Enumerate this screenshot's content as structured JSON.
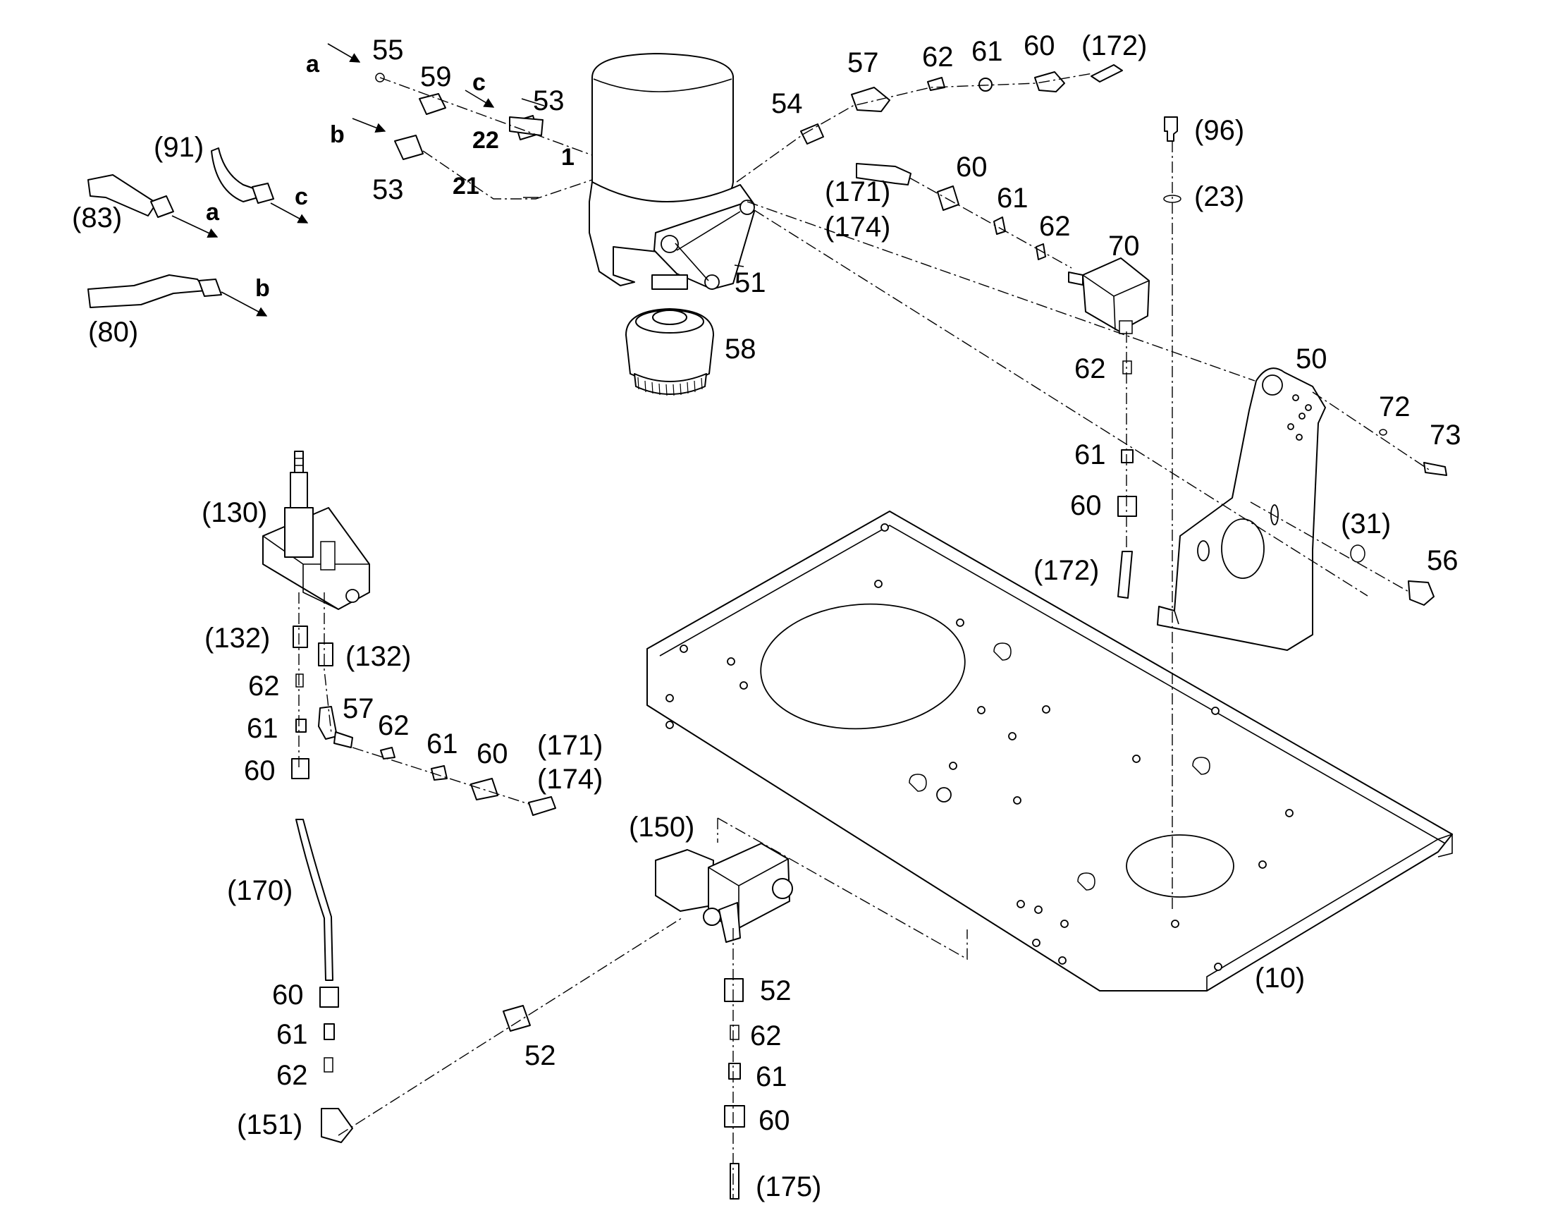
{
  "callouts": {
    "c55": "55",
    "c59": "59",
    "c53a": "53",
    "c22": "22",
    "c1": "1",
    "c53b": "53",
    "c21": "21",
    "c54": "54",
    "c57a": "57",
    "c62a": "62",
    "c61a": "61",
    "c60a": "60",
    "c172a": "(172)",
    "c91": "(91)",
    "c83": "(83)",
    "c80": "(80)",
    "c171a": "(171)",
    "c174a": "(174)",
    "c60b": "60",
    "c61b": "61",
    "c62b": "62",
    "c70": "70",
    "c51": "51",
    "c58": "58",
    "c96": "(96)",
    "c23": "(23)",
    "c50": "50",
    "c62c": "62",
    "c72": "72",
    "c73": "73",
    "c61c": "61",
    "c60c": "60",
    "c31": "(31)",
    "c56": "56",
    "c172b": "(172)",
    "c130": "(130)",
    "c132a": "(132)",
    "c132b": "(132)",
    "c62d": "62",
    "c57b": "57",
    "c62e": "62",
    "c61d": "61",
    "c60d": "60",
    "c171b": "(171)",
    "c174b": "(174)",
    "c61e": "61",
    "c60e": "60",
    "c150": "(150)",
    "c170": "(170)",
    "c60f": "60",
    "c61f": "61",
    "c62f": "62",
    "c151": "(151)",
    "c52a": "52",
    "c52b": "52",
    "c62g": "62",
    "c61g": "61",
    "c60g": "60",
    "c175": "(175)",
    "c10": "(10)"
  },
  "flow_letters": {
    "a1": "a",
    "b1": "b",
    "c1": "c",
    "a2": "a",
    "c2": "c",
    "b2": "b"
  }
}
